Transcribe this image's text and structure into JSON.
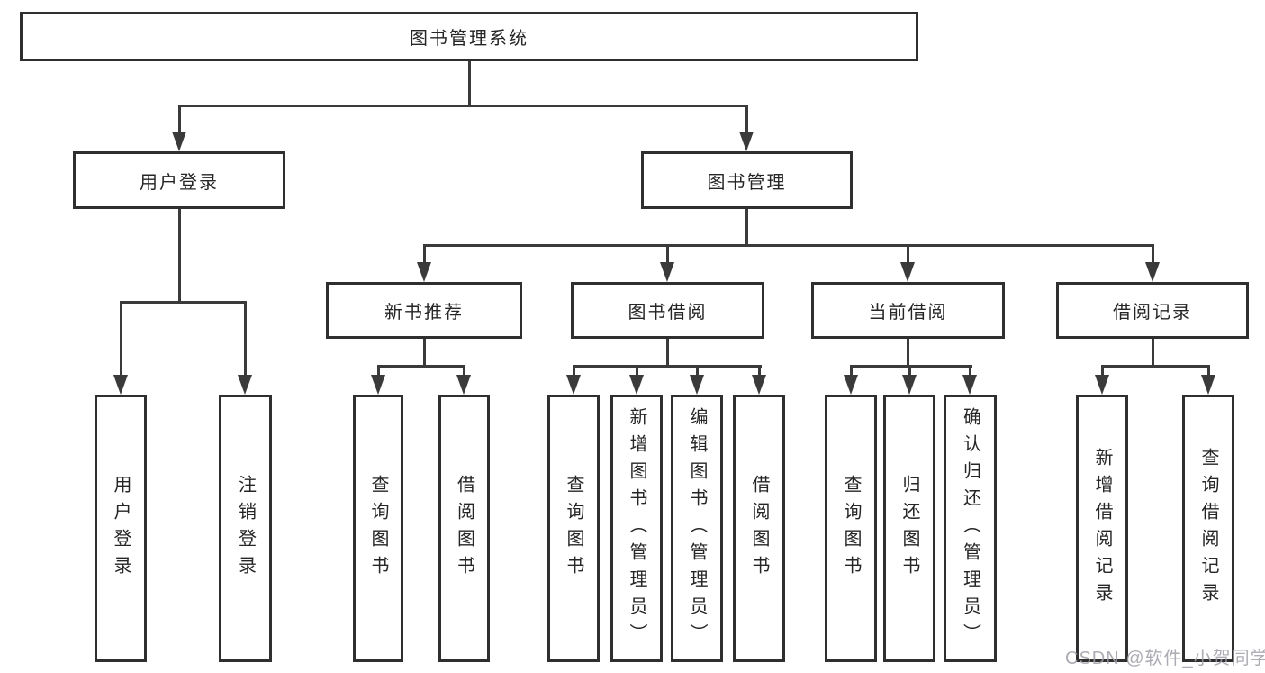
{
  "diagram": {
    "root": {
      "label": "图书管理系统"
    },
    "branches": [
      {
        "label": "用户登录",
        "leaves": [
          "用户登录",
          "注销登录"
        ]
      },
      {
        "label": "图书管理",
        "children": [
          {
            "label": "新书推荐",
            "leaves": [
              "查询图书",
              "借阅图书"
            ]
          },
          {
            "label": "图书借阅",
            "leaves": [
              "查询图书",
              "新增图书（管理员）",
              "编辑图书（管理员）",
              "借阅图书"
            ]
          },
          {
            "label": "当前借阅",
            "leaves": [
              "查询图书",
              "归还图书",
              "确认归还（管理员）"
            ]
          },
          {
            "label": "借阅记录",
            "leaves": [
              "新增借阅记录",
              "查询借阅记录"
            ]
          }
        ]
      }
    ],
    "colors": {
      "line": "#3a3a3a",
      "border": "#2f2f2f",
      "text": "#262626",
      "background": "#ffffff",
      "watermark": "#9e9ea7"
    }
  },
  "watermark": {
    "text": "CSDN @软件_小贺同学"
  }
}
